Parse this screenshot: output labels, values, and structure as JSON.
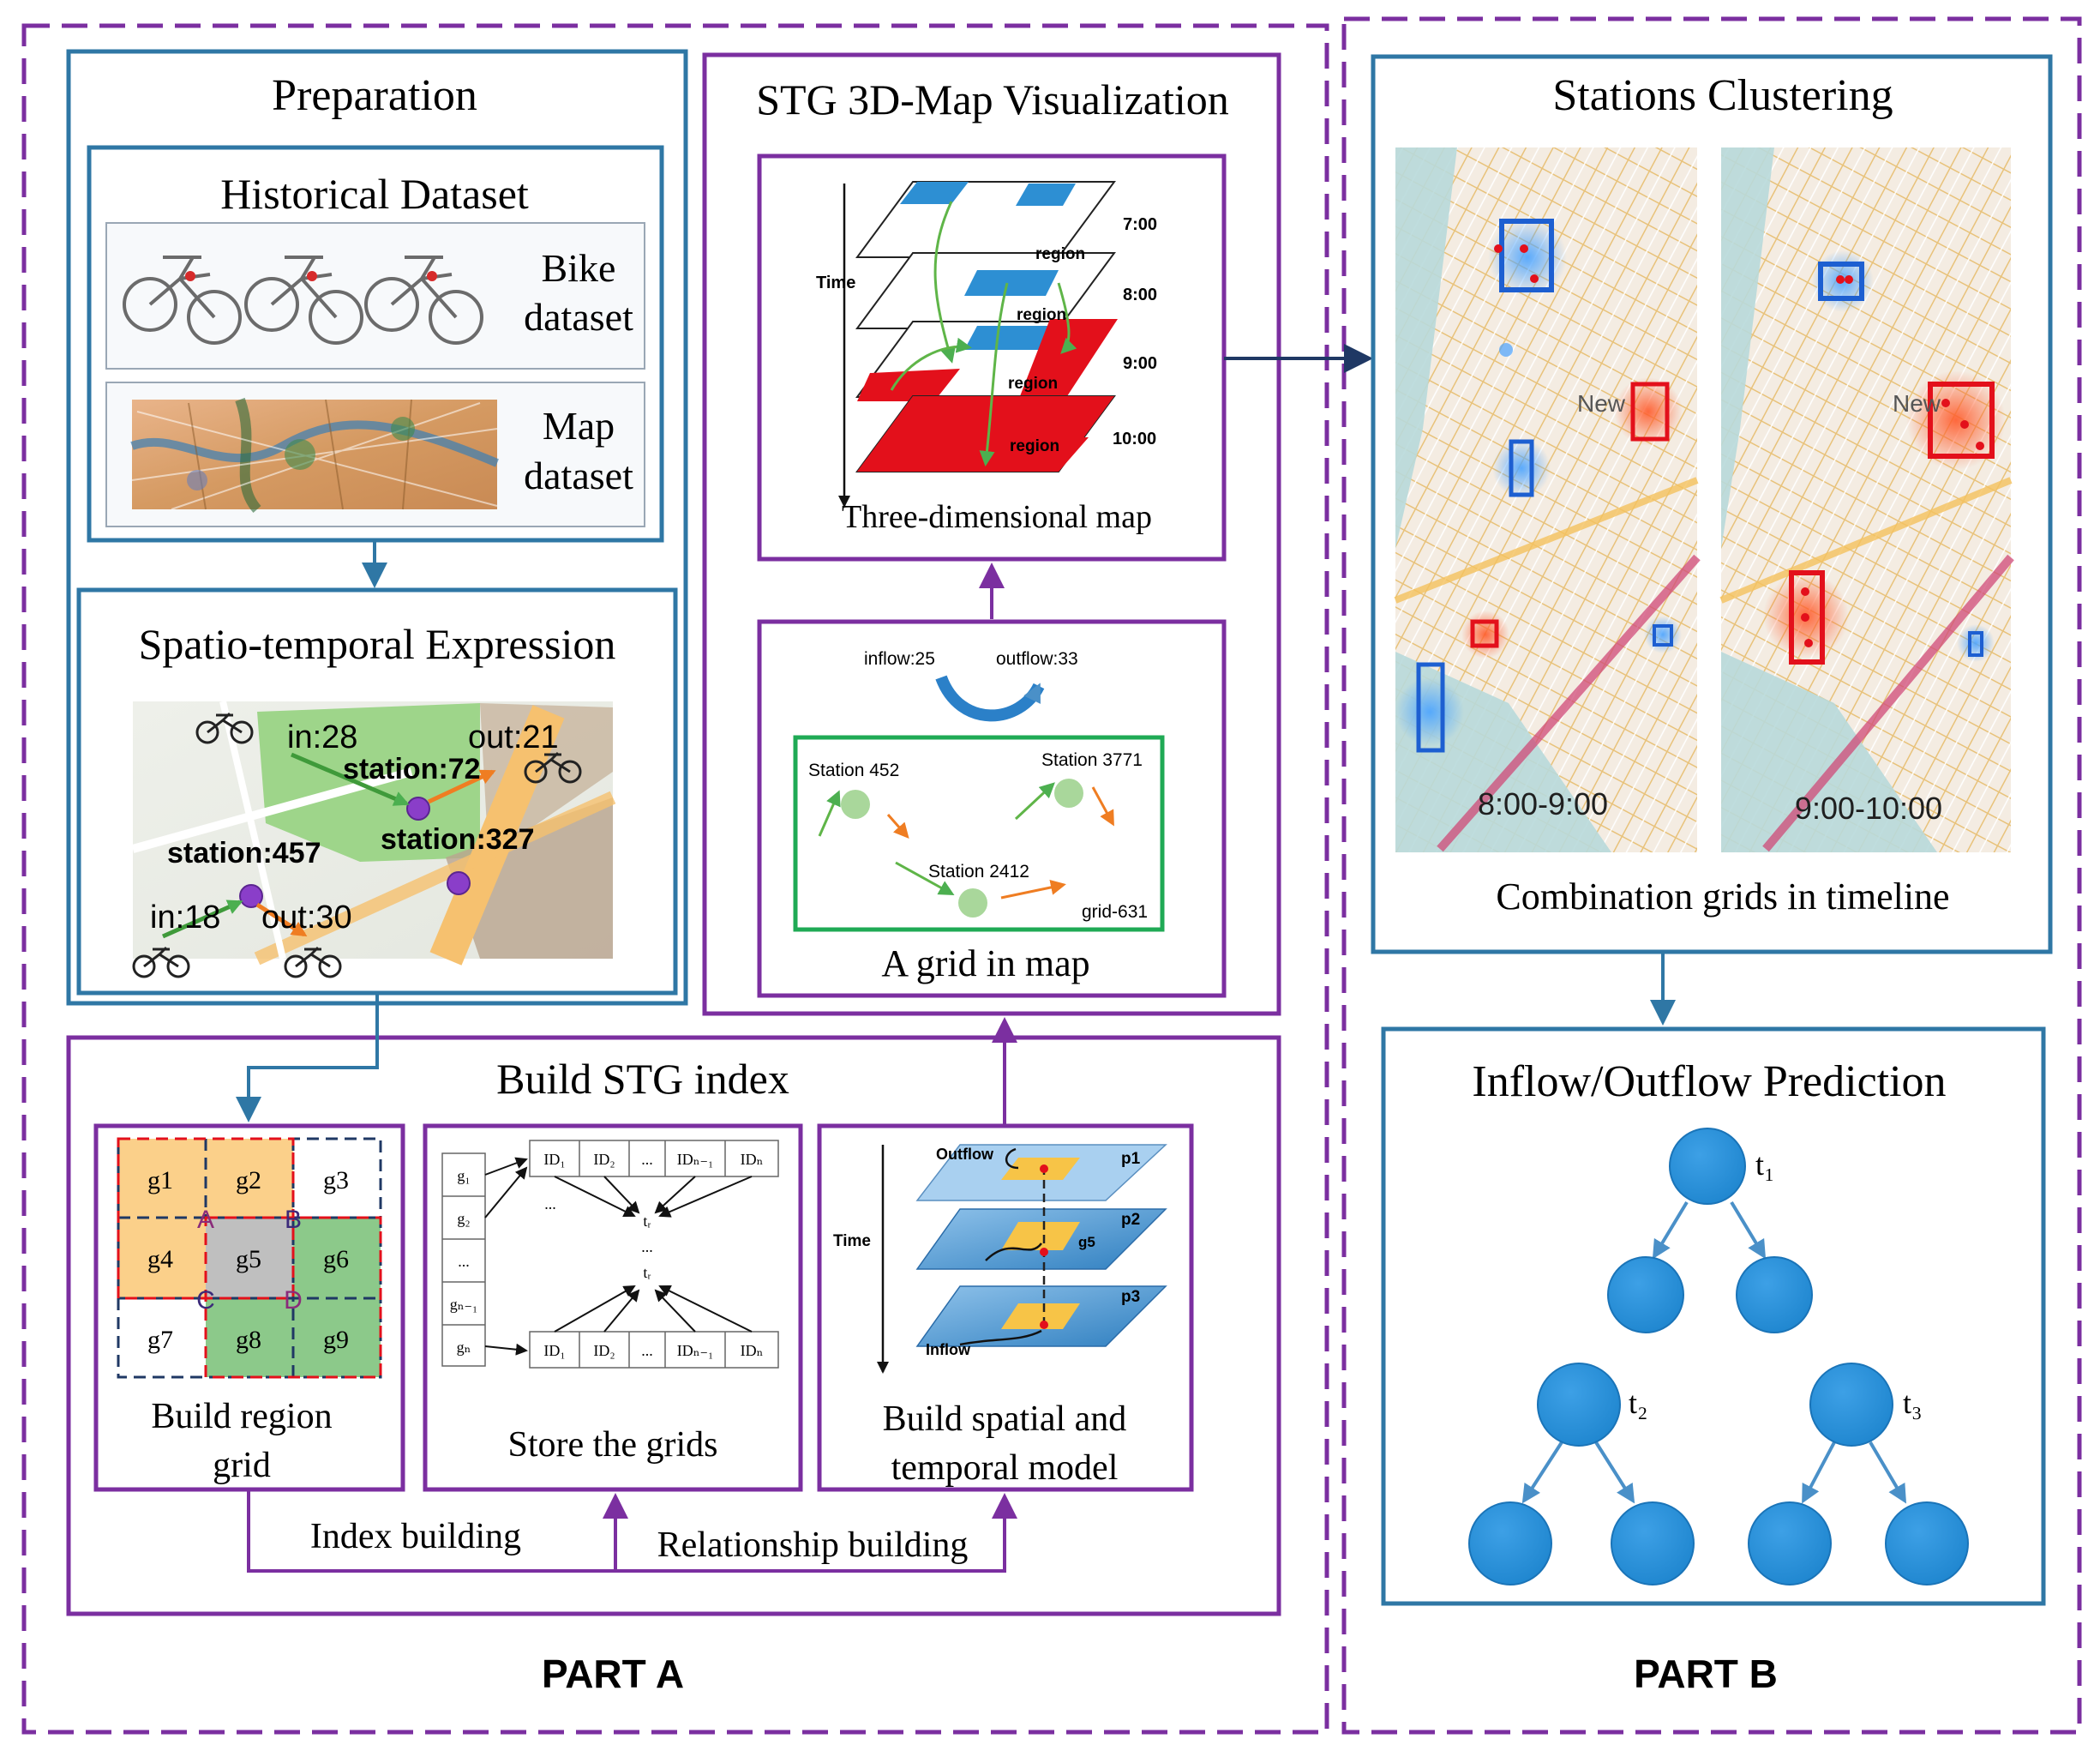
{
  "parts": {
    "part_a": "PART A",
    "part_b": "PART B"
  },
  "preparation": {
    "title": "Preparation",
    "historical": {
      "title": "Historical Dataset",
      "bike_label_1": "Bike",
      "bike_label_2": "dataset",
      "map_label_1": "Map",
      "map_label_2": "dataset"
    },
    "spatio": {
      "title": "Spatio-temporal Expression",
      "in_top": "in:28",
      "out_top": "out:21",
      "station_72": "station:72",
      "station_327": "station:327",
      "station_457": "station:457",
      "in_bottom": "in:18",
      "out_bottom": "out:30"
    }
  },
  "stg_vis": {
    "title": "STG 3D-Map Visualization",
    "three_d": {
      "caption": "Three-dimensional map",
      "time_label": "Time",
      "region_label": "region",
      "times": [
        "7:00",
        "8:00",
        "9:00",
        "10:00"
      ]
    },
    "grid_map": {
      "caption": "A grid in map",
      "inflow": "inflow:25",
      "outflow": "outflow:33",
      "station_452": "Station 452",
      "station_3771": "Station 3771",
      "station_2412": "Station 2412",
      "grid_id": "grid-631"
    }
  },
  "build_index": {
    "title": "Build STG index",
    "region_grid": {
      "caption_1": "Build region",
      "caption_2": "grid",
      "cells": [
        "g1",
        "g2",
        "g3",
        "g4",
        "g5",
        "g6",
        "g7",
        "g8",
        "g9"
      ],
      "corner_letters": [
        "A",
        "B",
        "C",
        "D"
      ]
    },
    "store": {
      "caption": "Store the grids",
      "grid_labels": [
        "g₁",
        "g₂",
        "...",
        "gₙ₋₁",
        "gₙ"
      ],
      "id_labels": [
        "ID₁",
        "ID₂",
        "...",
        "IDₙ₋₁",
        "IDₙ"
      ],
      "t_label": "tᵣ",
      "dots": "..."
    },
    "spatial_model": {
      "caption_1": "Build spatial and",
      "caption_2": "temporal model",
      "time_label": "Time",
      "outflow": "Outflow",
      "inflow": "Inflow",
      "layers": [
        "p1",
        "p2",
        "p3"
      ],
      "grid_tag": "g5"
    },
    "index_building": "Index building",
    "relationship_building": "Relationship building"
  },
  "clustering": {
    "title": "Stations Clustering",
    "caption": "Combination grids in timeline",
    "map_1_time": "8:00-9:00",
    "map_2_time": "9:00-10:00",
    "map_word": "New"
  },
  "prediction": {
    "title": "Inflow/Outflow Prediction",
    "t1": "t₁",
    "t2": "t₂",
    "t3": "t₃"
  },
  "colors": {
    "purple": "#7b2fa0",
    "blue_border": "#2f77a5",
    "node_blue": "#2a8fd3",
    "dark_arrow": "#1f3864"
  }
}
